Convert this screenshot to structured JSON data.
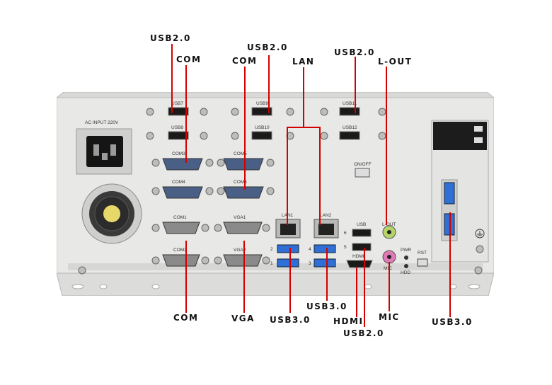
{
  "callouts": {
    "top_usb20_left": "USB2.0",
    "top_com_left": "COM",
    "top_usb20_mid": "USB2.0",
    "top_com_mid": "COM",
    "top_lan": "LAN",
    "top_usb20_right": "USB2.0",
    "top_lout": "L-OUT",
    "bot_com": "COM",
    "bot_vga": "VGA",
    "bot_usb30_mid": "USB3.0",
    "bot_usb30_right": "USB3.0",
    "bot_hdmi": "HDMI",
    "bot_usb20": "USB2.0",
    "bot_mic": "MIC",
    "bot_usb30_side": "USB3.0"
  },
  "panel": {
    "ac_input": "AC INPUT 220V",
    "usb7": "USB7",
    "usb8": "USB8",
    "usb9": "USB9",
    "usb10": "USB10",
    "usb11": "USB11",
    "usb12": "USB12",
    "com3": "COM3",
    "com4": "COM4",
    "com5": "COM5",
    "com6": "COM6",
    "com1": "COM1",
    "com2": "COM2",
    "vga1": "VGA1",
    "vga2": "VGA2",
    "lan1": "LAN1",
    "lan2": "LAN2",
    "usb": "USB",
    "hdmi": "HDMI",
    "lout": "L-OUT",
    "mic": "MIC",
    "pwr": "PWR",
    "hdd": "HDD",
    "rst": "RST",
    "onoff": "ON/OFF",
    "n1": "1",
    "n2": "2",
    "n3": "3",
    "n4": "4",
    "n5": "5",
    "n6": "6"
  },
  "colors": {
    "callout_line": "#d40000",
    "usb3_blue": "#2f6fd6",
    "chassis": "#e6e6e4"
  },
  "icons": [
    "ground-icon",
    "fan-icon",
    "screw-icon"
  ]
}
